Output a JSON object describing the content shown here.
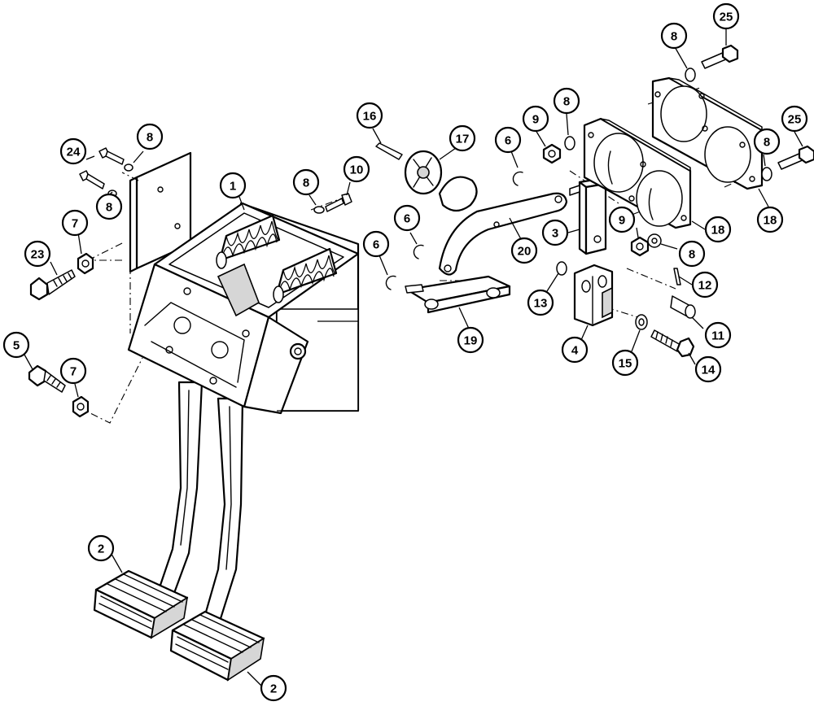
{
  "callouts": [
    {
      "id": "c1",
      "label": "1"
    },
    {
      "id": "c2a",
      "label": "2"
    },
    {
      "id": "c2b",
      "label": "2"
    },
    {
      "id": "c3",
      "label": "3"
    },
    {
      "id": "c4",
      "label": "4"
    },
    {
      "id": "c5",
      "label": "5"
    },
    {
      "id": "c6a",
      "label": "6"
    },
    {
      "id": "c6b",
      "label": "6"
    },
    {
      "id": "c6c",
      "label": "6"
    },
    {
      "id": "c7a",
      "label": "7"
    },
    {
      "id": "c7b",
      "label": "7"
    },
    {
      "id": "c8a",
      "label": "8"
    },
    {
      "id": "c8b",
      "label": "8"
    },
    {
      "id": "c8c",
      "label": "8"
    },
    {
      "id": "c8d",
      "label": "8"
    },
    {
      "id": "c8e",
      "label": "8"
    },
    {
      "id": "c8f",
      "label": "8"
    },
    {
      "id": "c8g",
      "label": "8"
    },
    {
      "id": "c9a",
      "label": "9"
    },
    {
      "id": "c9b",
      "label": "9"
    },
    {
      "id": "c10",
      "label": "10"
    },
    {
      "id": "c11",
      "label": "11"
    },
    {
      "id": "c12",
      "label": "12"
    },
    {
      "id": "c13",
      "label": "13"
    },
    {
      "id": "c14",
      "label": "14"
    },
    {
      "id": "c15",
      "label": "15"
    },
    {
      "id": "c16",
      "label": "16"
    },
    {
      "id": "c17",
      "label": "17"
    },
    {
      "id": "c18a",
      "label": "18"
    },
    {
      "id": "c18b",
      "label": "18"
    },
    {
      "id": "c19",
      "label": "19"
    },
    {
      "id": "c20",
      "label": "20"
    },
    {
      "id": "c23",
      "label": "23"
    },
    {
      "id": "c24",
      "label": "24"
    },
    {
      "id": "c25a",
      "label": "25"
    },
    {
      "id": "c25b",
      "label": "25"
    }
  ]
}
